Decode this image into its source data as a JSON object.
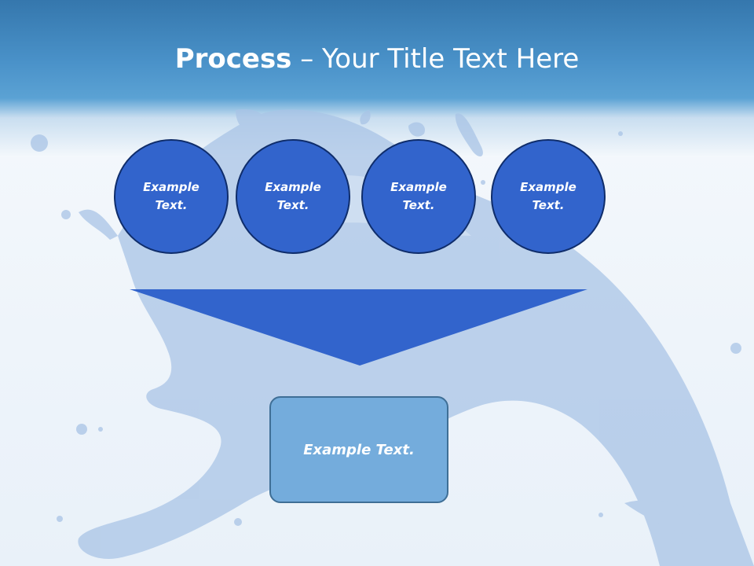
{
  "slide": {
    "title_bold": "Process",
    "title_rest": " – Your Title Text Here"
  },
  "process_steps": [
    {
      "text": "Example Text."
    },
    {
      "text": "Example Text."
    },
    {
      "text": "Example Text."
    },
    {
      "text": "Example Text."
    }
  ],
  "result": {
    "text": "Example Text."
  },
  "colors": {
    "header": "#4a92c9",
    "step_fill": "#3264cc",
    "step_border": "#0f2d6b",
    "funnel_fill": "#3264cc",
    "result_fill": "#74acdc",
    "result_border": "#3f6f96"
  }
}
